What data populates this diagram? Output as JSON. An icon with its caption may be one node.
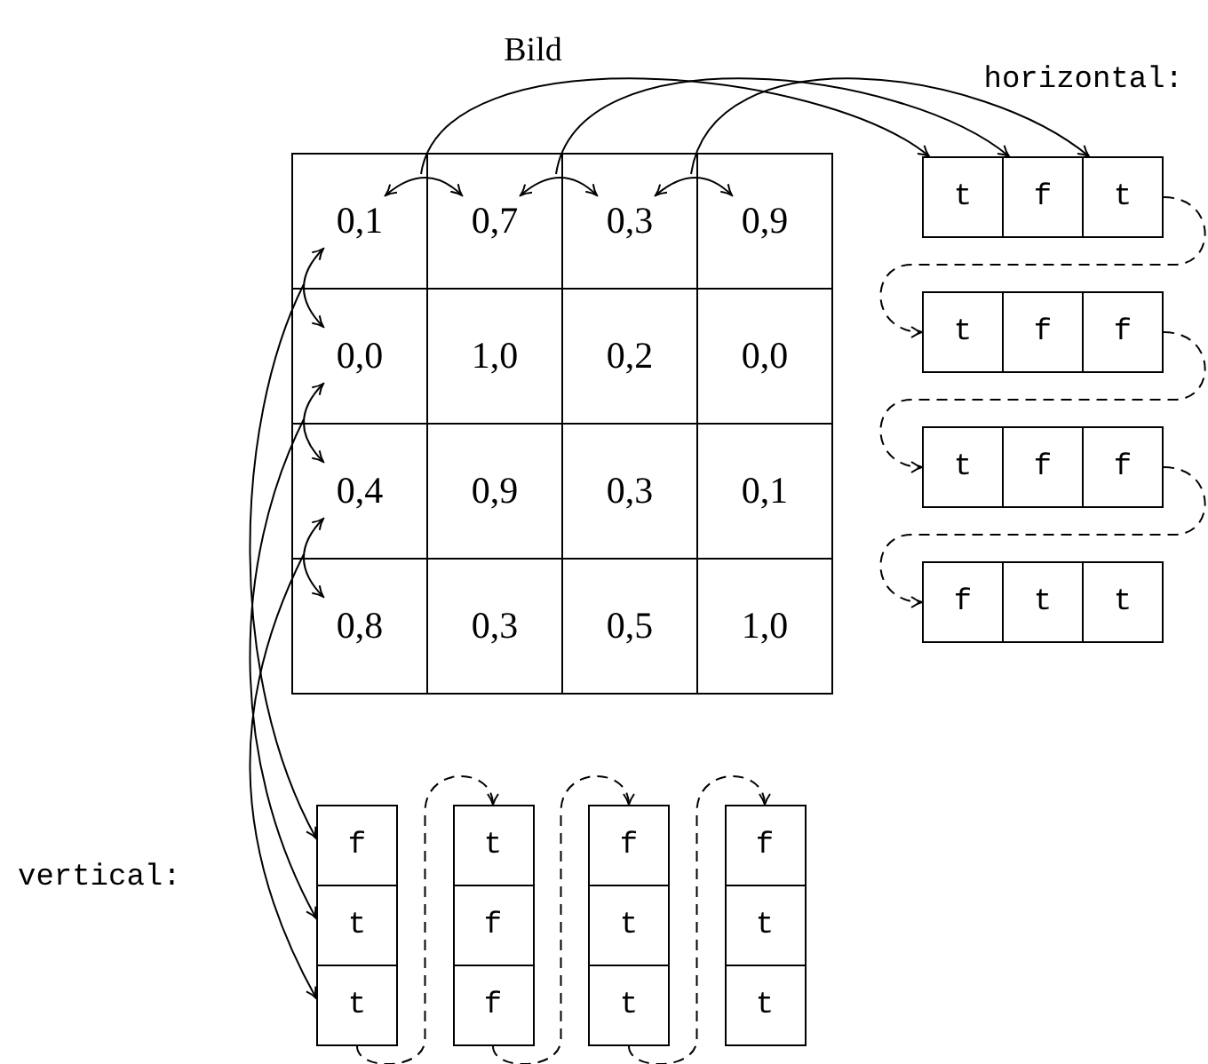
{
  "diagram": {
    "title": "Bild",
    "nodes": [
      {
        "text": [
          "0,1"
        ]
      },
      {
        "text": [
          "0,7"
        ]
      },
      {
        "text": [
          "0,3"
        ]
      },
      {
        "text": [
          "0,9"
        ]
      },
      {
        "text": [
          "0,0"
        ]
      },
      {
        "text": [
          "1,0"
        ]
      },
      {
        "text": [
          "0,2"
        ]
      },
      {
        "text": [
          "0,0"
        ]
      },
      {
        "text": [
          "0,4"
        ]
      },
      {
        "text": [
          "0,9"
        ]
      },
      {
        "text": [
          "0,3"
        ]
      },
      {
        "text": [
          "0,1"
        ]
      },
      {
        "text": [
          "0,8"
        ]
      },
      {
        "text": [
          "0,3"
        ]
      },
      {
        "text": [
          "0,5"
        ]
      },
      {
        "text": [
          "1,0"
        ]
      },
      {
        "text": [
          "t"
        ]
      },
      {
        "text": [
          "f"
        ]
      },
      {
        "text": [
          "t"
        ]
      },
      {
        "text": [
          "t"
        ]
      },
      {
        "text": [
          "f"
        ]
      },
      {
        "text": [
          "f"
        ]
      },
      {
        "text": [
          "t"
        ]
      },
      {
        "text": [
          "f"
        ]
      },
      {
        "text": [
          "f"
        ]
      },
      {
        "text": [
          "f"
        ]
      },
      {
        "text": [
          "t"
        ]
      },
      {
        "text": [
          "t"
        ]
      },
      {
        "text": [
          "f"
        ]
      },
      {
        "text": [
          "t"
        ]
      },
      {
        "text": [
          "t"
        ]
      },
      {
        "text": [
          "t"
        ]
      },
      {
        "text": [
          "f"
        ]
      },
      {
        "text": [
          "f"
        ]
      },
      {
        "text": [
          "f"
        ]
      },
      {
        "text": [
          "t"
        ]
      },
      {
        "text": [
          "t"
        ]
      },
      {
        "text": [
          "f"
        ]
      },
      {
        "text": [
          "t"
        ]
      },
      {
        "text": [
          "t"
        ]
      }
    ],
    "edges": [
      {
        "from": 0,
        "to": 1,
        "arrow": "both"
      },
      {
        "from": 1,
        "to": 2,
        "arrow": "both"
      },
      {
        "from": 2,
        "to": 3,
        "arrow": "both"
      },
      {
        "from": 0,
        "to": 16,
        "arrow": "to"
      },
      {
        "from": 1,
        "to": 17,
        "arrow": "to"
      },
      {
        "from": 2,
        "to": 18,
        "arrow": "to"
      },
      {
        "from": 0,
        "to": 4,
        "arrow": "both"
      },
      {
        "from": 4,
        "to": 8,
        "arrow": "both"
      },
      {
        "from": 8,
        "to": 12,
        "arrow": "both"
      },
      {
        "from": 0,
        "to": 28,
        "arrow": "to"
      },
      {
        "from": 4,
        "to": 29,
        "arrow": "to"
      },
      {
        "from": 8,
        "to": 30,
        "arrow": "to"
      },
      {
        "from": 18,
        "to": 19,
        "arrow": "to",
        "style": "dashed"
      },
      {
        "from": 21,
        "to": 22,
        "arrow": "to",
        "style": "dashed"
      },
      {
        "from": 24,
        "to": 25,
        "arrow": "to",
        "style": "dashed"
      },
      {
        "from": 30,
        "to": 31,
        "arrow": "to",
        "style": "dashed"
      },
      {
        "from": 33,
        "to": 34,
        "arrow": "to",
        "style": "dashed"
      },
      {
        "from": 36,
        "to": 37,
        "arrow": "to",
        "style": "dashed"
      }
    ],
    "labels": [
      "horizontal:",
      "vertical:"
    ]
  }
}
